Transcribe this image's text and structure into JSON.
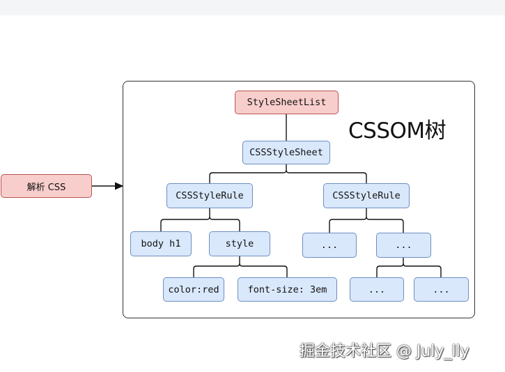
{
  "input": {
    "label": "解析 CSS"
  },
  "title": "CSSOM树",
  "tree": {
    "root": "StyleSheetList",
    "sheet": "CSSStyleSheet",
    "rule_left": "CSSStyleRule",
    "rule_right": "CSSStyleRule",
    "selector": "body h1",
    "style": "style",
    "decl_color": "color:red",
    "decl_font_size": "font-size: 3em",
    "ellipsis_1": "...",
    "ellipsis_2": "...",
    "ellipsis_3": "...",
    "ellipsis_4": "..."
  },
  "colors": {
    "node_fill": "#dae8fc",
    "node_stroke": "#6c8ebf",
    "root_fill": "#f8cecc",
    "root_stroke": "#b85450"
  },
  "watermark": "掘金技术社区 @ July_lly"
}
